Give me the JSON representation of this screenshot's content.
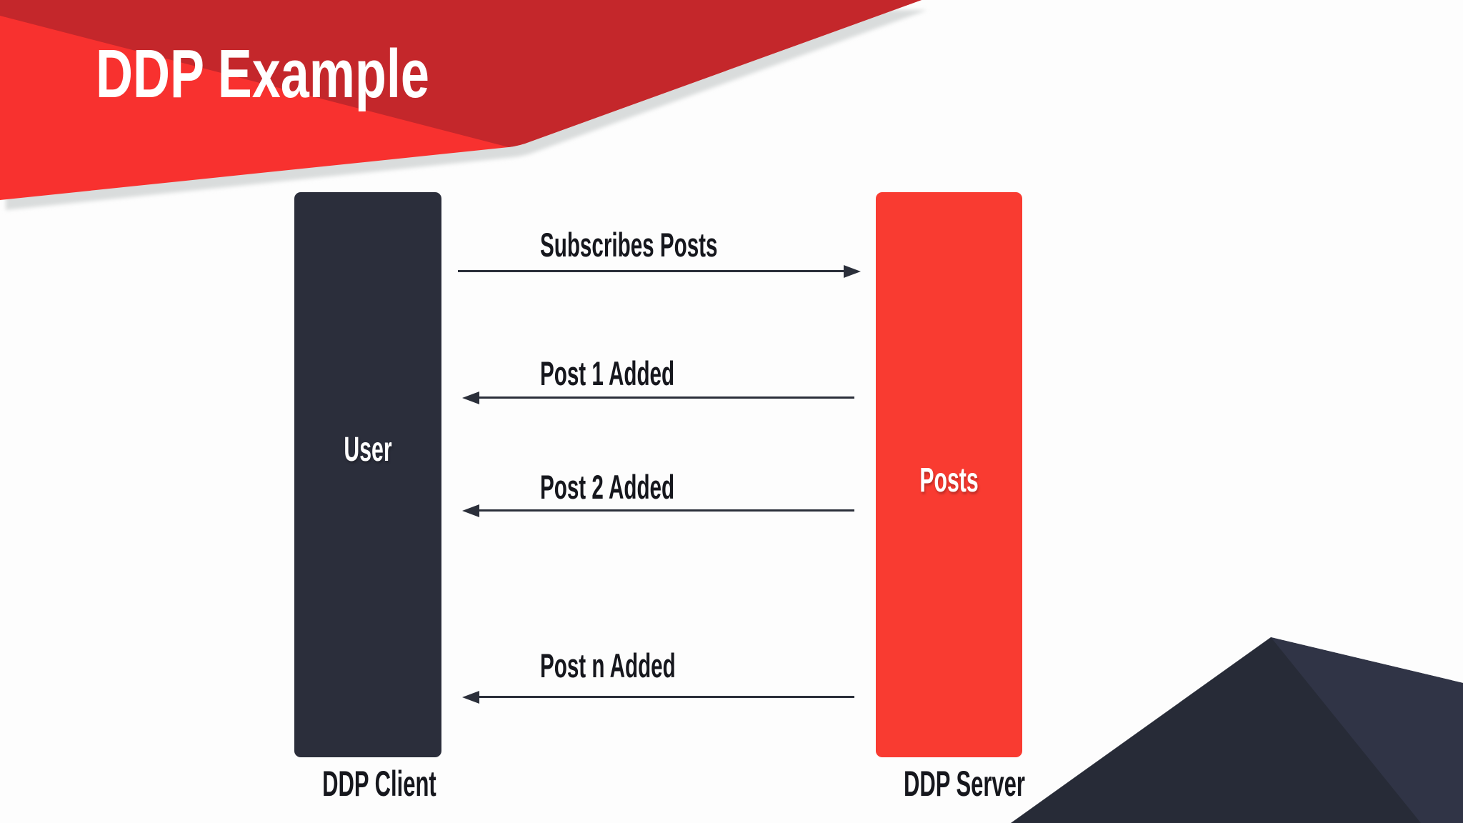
{
  "slide": {
    "title": "DDP Example",
    "background_color": "#fdfdfd",
    "accent_red": "#f8312f",
    "accent_dark_red": "#c4272b",
    "accent_dark_navy": "#2b2e3b"
  },
  "actors": [
    {
      "id": "client",
      "label": "User",
      "caption": "DDP Client",
      "color": "#2b2e3b",
      "text_color": "#ffffff"
    },
    {
      "id": "server",
      "label": "Posts",
      "caption": "DDP Server",
      "color": "#f93b31",
      "text_color": "#ffffff"
    }
  ],
  "messages": [
    {
      "label": "Subscribes Posts",
      "from": "client",
      "to": "server",
      "direction": "right"
    },
    {
      "label": "Post 1 Added",
      "from": "server",
      "to": "client",
      "direction": "left"
    },
    {
      "label": "Post 2 Added",
      "from": "server",
      "to": "client",
      "direction": "left"
    },
    {
      "label": "Post n Added",
      "from": "server",
      "to": "client",
      "direction": "left"
    }
  ],
  "decor": {
    "banner_shadow_color": "#d9dcdc",
    "corner_base_color": "#272b37",
    "corner_facet_color": "#303446",
    "arrow_color": "#2b2f3a"
  }
}
